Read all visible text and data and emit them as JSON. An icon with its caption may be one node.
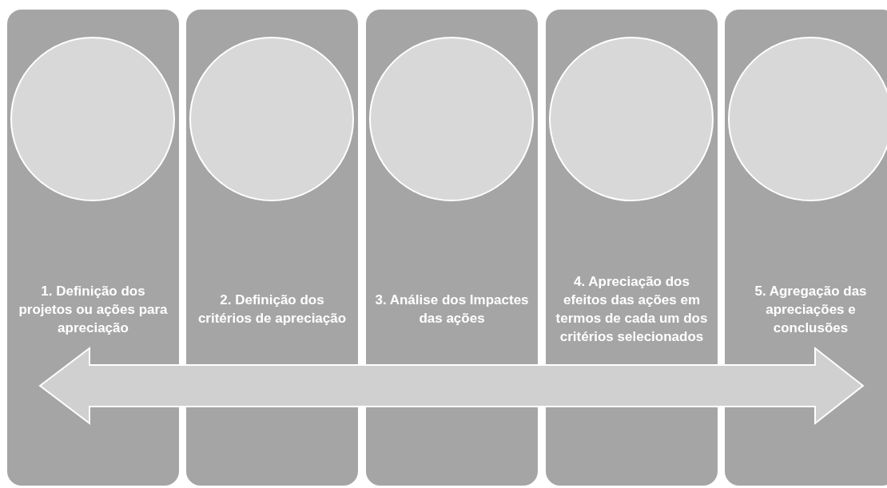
{
  "diagram": {
    "nodes": [
      {
        "text": [
          "1. Definição dos projetos ou ações para apreciação"
        ]
      },
      {
        "text": [],
        "shape": "circle",
        "in": 0
      },
      {
        "text": [
          "2. Definição dos critérios de apreciação"
        ]
      },
      {
        "text": [],
        "shape": "circle",
        "in": 2
      },
      {
        "text": [
          "3. Análise dos Impactes das ações"
        ]
      },
      {
        "text": [],
        "shape": "circle",
        "in": 4
      },
      {
        "text": [
          "4. Apreciação dos efeitos das ações em termos de cada um dos critérios selecionados"
        ]
      },
      {
        "text": [],
        "shape": "circle",
        "in": 6
      },
      {
        "text": [
          "5. Agregação das apreciações e conclusões"
        ]
      },
      {
        "text": [],
        "shape": "circle",
        "in": 8
      }
    ]
  }
}
